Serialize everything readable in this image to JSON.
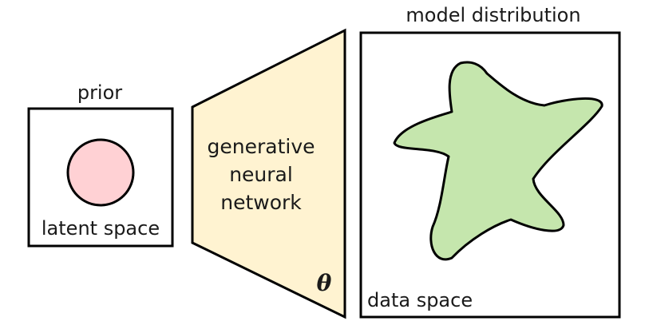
{
  "prior": {
    "title": "prior",
    "space_label": "latent space",
    "circle_color": "#ffd1d4"
  },
  "network": {
    "lines": [
      "generative",
      "neural",
      "network"
    ],
    "param_symbol": "θ",
    "fill_color": "#fff3d1"
  },
  "model": {
    "title": "model distribution",
    "space_label": "data space",
    "shape_color": "#c5e6ad"
  },
  "stroke_color": "#000000"
}
